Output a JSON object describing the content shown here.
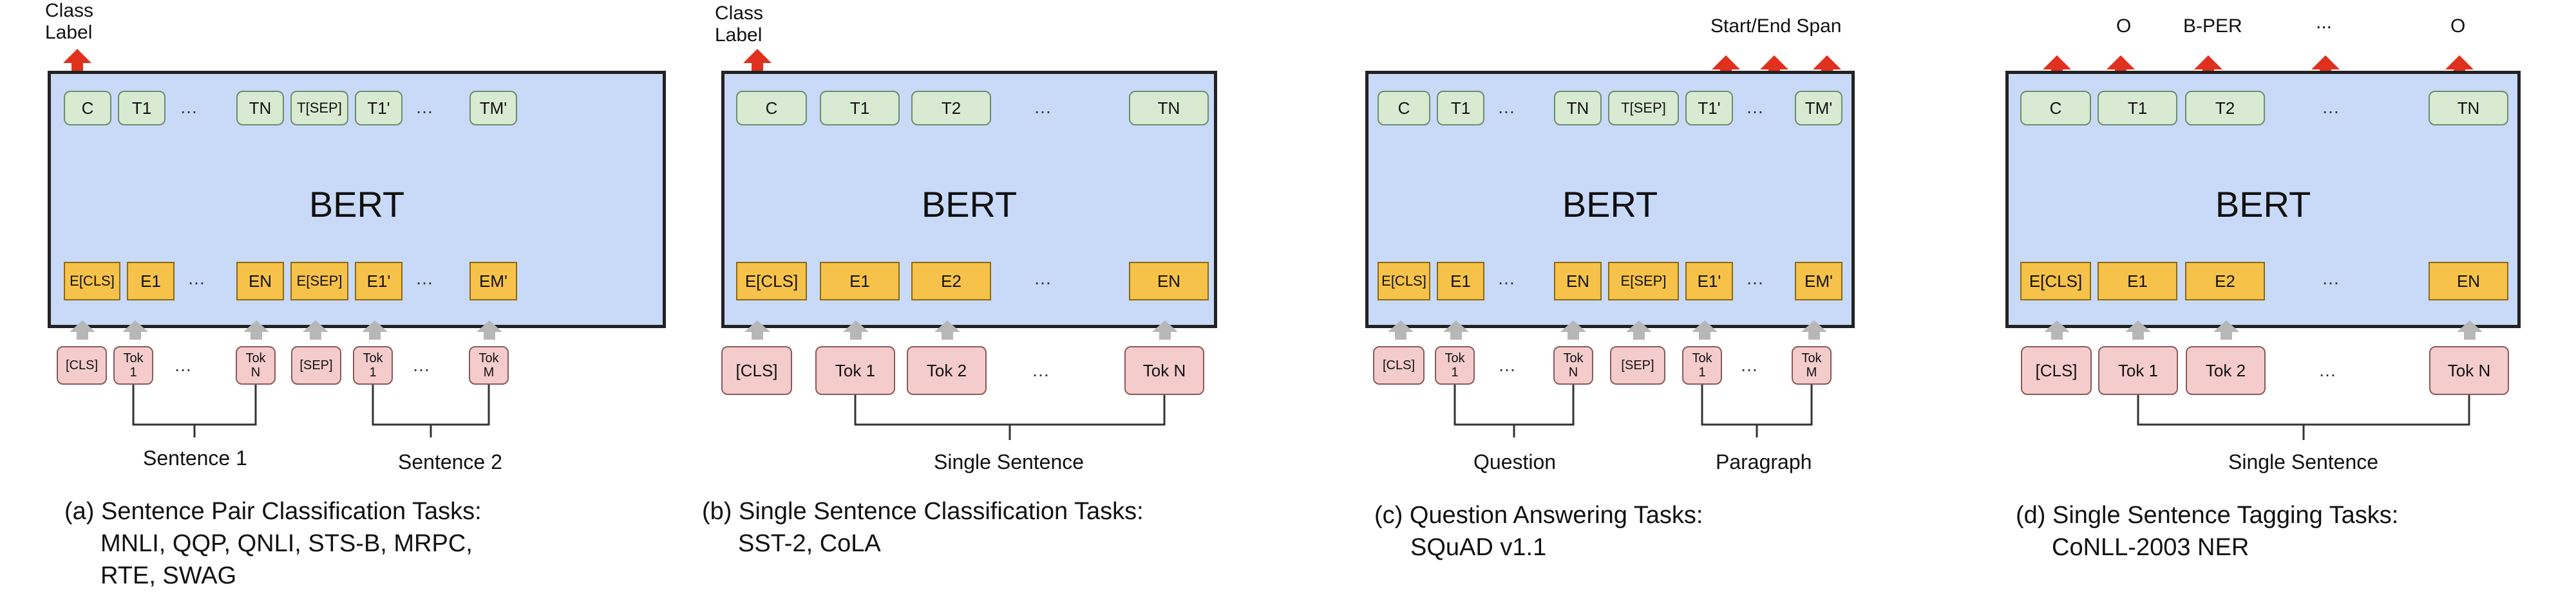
{
  "panels": [
    {
      "id": "a",
      "bert": "BERT",
      "top_label": "Class\nLabel",
      "t_tokens": [
        "C",
        "T1",
        "…",
        "TN",
        "T[SEP]",
        "T1'",
        "…",
        "TM'"
      ],
      "e_tokens": [
        "E[CLS]",
        "E1",
        "…",
        "EN",
        "E[SEP]",
        "E1'",
        "…",
        "EM'"
      ],
      "inputs": [
        "[CLS]",
        "Tok\n1",
        "…",
        "Tok\nN",
        "[SEP]",
        "Tok\n1",
        "…",
        "Tok\nM"
      ],
      "groups": [
        "Sentence 1",
        "Sentence 2"
      ],
      "caption": [
        "(a) Sentence Pair Classification Tasks:",
        "MNLI, QQP, QNLI, STS-B, MRPC,",
        "RTE, SWAG"
      ]
    },
    {
      "id": "b",
      "bert": "BERT",
      "top_label": "Class\nLabel",
      "t_tokens": [
        "C",
        "T1",
        "T2",
        "…",
        "TN"
      ],
      "e_tokens": [
        "E[CLS]",
        "E1",
        "E2",
        "…",
        "EN"
      ],
      "inputs": [
        "[CLS]",
        "Tok 1",
        "Tok 2",
        "…",
        "Tok N"
      ],
      "groups": [
        "Single Sentence"
      ],
      "caption": [
        "(b) Single Sentence Classification Tasks:",
        "SST-2, CoLA"
      ]
    },
    {
      "id": "c",
      "bert": "BERT",
      "top_label": "Start/End Span",
      "t_tokens": [
        "C",
        "T1",
        "…",
        "TN",
        "T[SEP]",
        "T1'",
        "…",
        "TM'"
      ],
      "e_tokens": [
        "E[CLS]",
        "E1",
        "…",
        "EN",
        "E[SEP]",
        "E1'",
        "…",
        "EM'"
      ],
      "inputs": [
        "[CLS]",
        "Tok\n1",
        "…",
        "Tok\nN",
        "[SEP]",
        "Tok\n1",
        "…",
        "Tok\nM"
      ],
      "groups": [
        "Question",
        "Paragraph"
      ],
      "caption": [
        "(c) Question Answering Tasks:",
        "SQuAD v1.1"
      ]
    },
    {
      "id": "d",
      "bert": "BERT",
      "top_labels": [
        "O",
        "B-PER",
        "...",
        "O"
      ],
      "t_tokens": [
        "C",
        "T1",
        "T2",
        "…",
        "TN"
      ],
      "e_tokens": [
        "E[CLS]",
        "E1",
        "E2",
        "…",
        "EN"
      ],
      "inputs": [
        "[CLS]",
        "Tok 1",
        "Tok 2",
        "…",
        "Tok N"
      ],
      "groups": [
        "Single Sentence"
      ],
      "caption": [
        "(d) Single Sentence Tagging Tasks:",
        "CoNLL-2003 NER"
      ]
    }
  ],
  "colors": {
    "bert_bg": "#c9daf8",
    "t_token": "#d9ead3",
    "e_token": "#f6c24a",
    "input_token": "#f4cccc",
    "output_arrow": "#e0301e",
    "input_arrow": "#b7b7b7"
  }
}
